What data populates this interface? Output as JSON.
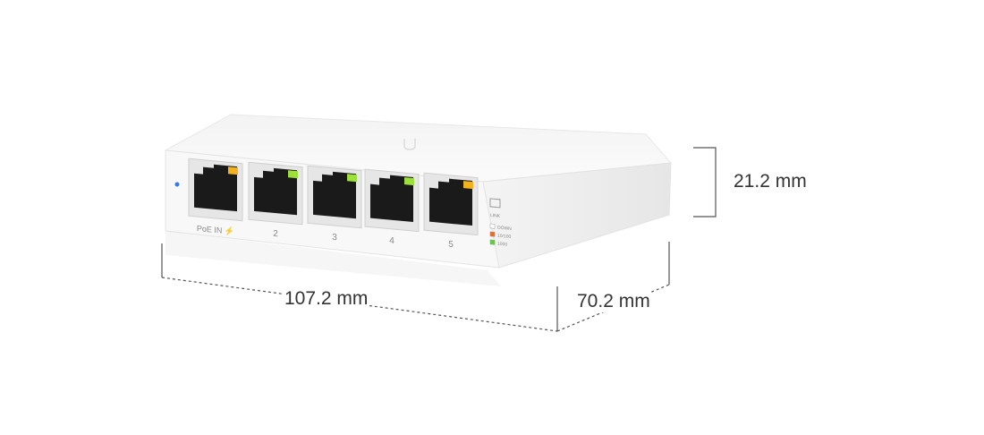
{
  "dimensions": {
    "height": "21.2 mm",
    "width": "107.2 mm",
    "depth": "70.2 mm"
  },
  "device": {
    "ports": [
      {
        "label": "PoE IN",
        "led_color": "#f2b21c"
      },
      {
        "label": "2",
        "led_color": "#9de03a"
      },
      {
        "label": "3",
        "led_color": "#9de03a"
      },
      {
        "label": "4",
        "led_color": "#9de03a"
      },
      {
        "label": "5",
        "led_color": "#f2b21c"
      }
    ],
    "legend": {
      "link": "LINK",
      "down": "DOWN",
      "fast": "10/100",
      "gig": "1000",
      "fast_color": "#f06a1e",
      "gig_color": "#5fcf3a"
    },
    "power_led_color": "#3a78e8"
  }
}
